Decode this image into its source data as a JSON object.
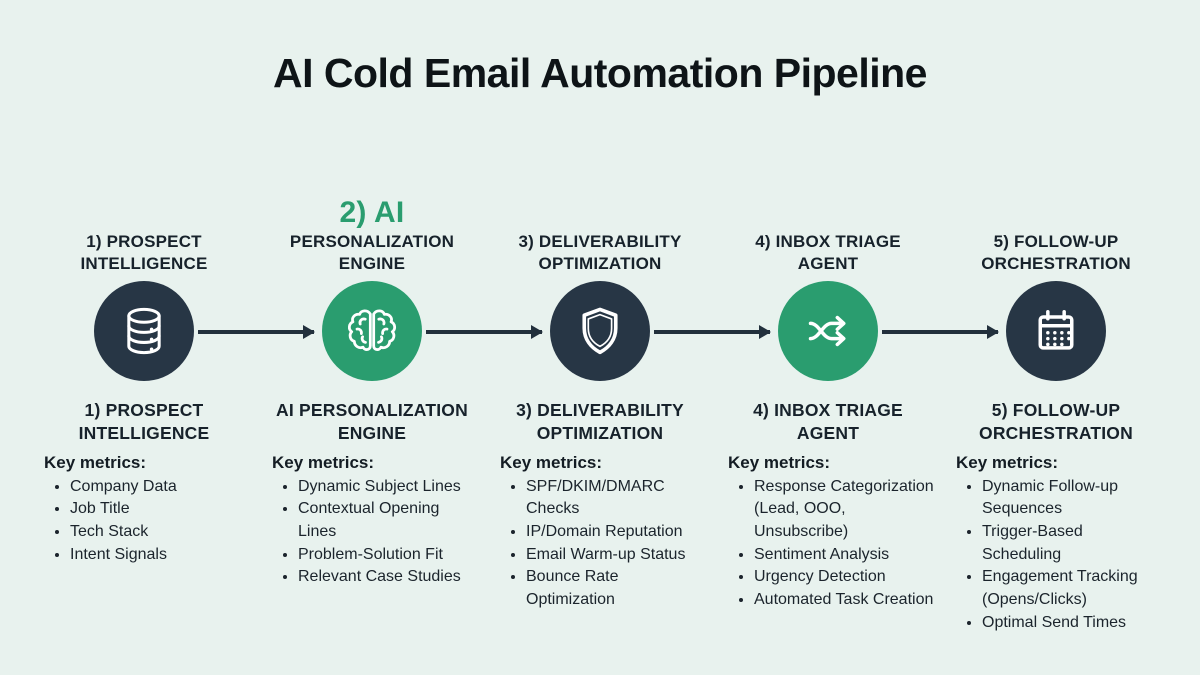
{
  "title": "AI Cold Email Automation Pipeline",
  "colors": {
    "background": "#e8f2ee",
    "dark_circle": "#273645",
    "green_circle": "#2a9d6f",
    "accent_green_text": "#2a9d6f",
    "arrow": "#22303c",
    "title_text": "#0e1417",
    "body_text": "#1b242c"
  },
  "stages": [
    {
      "icon": "database-icon",
      "circle_color": "#273645",
      "top_label": "1) PROSPECT\nINTELLIGENCE",
      "bottom_label": "1) PROSPECT\nINTELLIGENCE",
      "metrics_heading": "Key metrics:",
      "metrics": [
        "Company Data",
        "Job Title",
        "Tech Stack",
        "Intent Signals"
      ]
    },
    {
      "icon": "brain-icon",
      "circle_color": "#2a9d6f",
      "top_label_accent": "2) AI",
      "top_label": "PERSONALIZATION\nENGINE",
      "bottom_label": "AI PERSONALIZATION\nENGINE",
      "metrics_heading": "Key metrics:",
      "metrics": [
        "Dynamic Subject Lines",
        "Contextual Opening Lines",
        "Problem-Solution Fit",
        "Relevant Case Studies"
      ]
    },
    {
      "icon": "shield-icon",
      "circle_color": "#273645",
      "top_label": "3) DELIVERABILITY\nOPTIMIZATION",
      "bottom_label": "3) DELIVERABILITY\nOPTIMIZATION",
      "metrics_heading": "Key metrics:",
      "metrics": [
        "SPF/DKIM/DMARC Checks",
        "IP/Domain Reputation",
        "Email Warm-up Status",
        "Bounce Rate Optimization"
      ]
    },
    {
      "icon": "shuffle-icon",
      "circle_color": "#2a9d6f",
      "top_label": "4) INBOX TRIAGE\nAGENT",
      "bottom_label": "4) INBOX TRIAGE\nAGENT",
      "metrics_heading": "Key metrics:",
      "metrics": [
        "Response Categorization (Lead, OOO, Unsubscribe)",
        "Sentiment Analysis",
        "Urgency Detection",
        "Automated Task Creation"
      ]
    },
    {
      "icon": "calendar-icon",
      "circle_color": "#273645",
      "top_label": "5) FOLLOW-UP\nORCHESTRATION",
      "bottom_label": "5) FOLLOW-UP\nORCHESTRATION",
      "metrics_heading": "Key metrics:",
      "metrics": [
        "Dynamic Follow-up Sequences",
        "Trigger-Based Scheduling",
        "Engagement Tracking (Opens/Clicks)",
        "Optimal Send Times"
      ]
    }
  ]
}
